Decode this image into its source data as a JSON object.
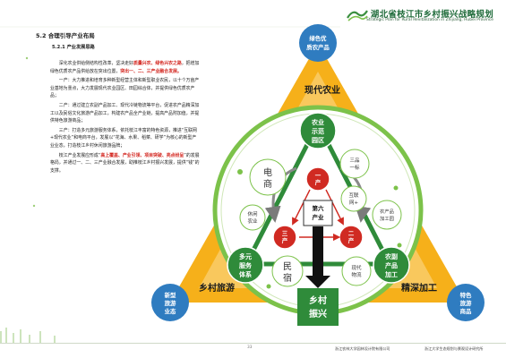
{
  "header": {
    "title_cn": "湖北省枝江市乡村振兴战略规划",
    "title_en": "Strategic Plan for Rural Revitalization in Zhijiang, Hubei Province"
  },
  "section": {
    "heading": "5.2  合理引导产业布局",
    "subheading": "5.2.1  产业发展思路"
  },
  "paragraphs": [
    {
      "runs": [
        {
          "t": "深化农业供给侧结构性改革，坚决走好",
          "r": false
        },
        {
          "t": "质量兴农、绿色兴农之路",
          "r": true
        },
        {
          "t": "，把增加绿色优质农产品供给放在突出位置，",
          "r": false
        },
        {
          "t": "突出一、二、三产业融合发展。",
          "r": true
        }
      ]
    },
    {
      "runs": [
        {
          "t": "一产：大力推进和培育多种新型经营主体和新型职业农民，以十个万亩产业基地为重点，大力发展现代农业园区、田园综合体，并提供绿色优质农产品；",
          "r": false
        }
      ]
    },
    {
      "runs": [
        {
          "t": "二产：通过建立农副产品加工、现代冷链物流等平台，促进农产品精深加工以及民俗文化旅游产品加工，构建农产品全产业链，提高产品附加值，并提供特色旅游商品；",
          "r": false
        }
      ]
    },
    {
      "runs": [
        {
          "t": "三产：打造多元旅游服务体系，依托枝江丰富的特色资源，推进“互联网+现代农业”和电商平台，发展以“花海、水果、稻菜、研学”为核心的新型产业业态，打造枝江乡村休闲旅游品牌；",
          "r": false
        }
      ]
    },
    {
      "runs": [
        {
          "t": "枝江产业发展应形成“",
          "r": false
        },
        {
          "t": "高上覆盖、产业引领、项目突破、亮点纷呈",
          "r": true
        },
        {
          "t": "”的发展格局，并通过一、二、三产业融合发展，助推枝江乡村振兴发展，提供“钱”的支撑。",
          "r": false
        }
      ]
    }
  ],
  "diagram": {
    "corners": {
      "top": "绿色优质农产品",
      "left": "新型旅游业态",
      "right": "特色旅游商品"
    },
    "edges": {
      "top": "现代农业",
      "left": "乡村旅游",
      "right": "精深加工"
    },
    "triangle_labels": {
      "primary": "农业示范园区",
      "tertiary": "多元服务体系",
      "secondary": "农副产品加工"
    },
    "industries": {
      "one": "一产",
      "two": "二产",
      "three": "三产"
    },
    "center": "第六产业",
    "bottom": "乡村振兴",
    "bubbles": {
      "dianshang": "电商",
      "xiuxian": "休闲农业",
      "sanpin": "三品一标",
      "hulianwang": "互联网+",
      "nongchanpin": "农产品加工园",
      "minsu": "民宿",
      "xiandai": "现代物流"
    },
    "colors": {
      "yellow": "#f6b01a",
      "blue": "#2f7cc0",
      "green": "#2f8b3a",
      "red": "#d02a22",
      "ring": "#7cc24a"
    }
  },
  "footer": {
    "org1": "浙江农林大学园林设计院有限公司",
    "org2": "浙江大学生态规划与景观设计研究所",
    "page": "33"
  }
}
